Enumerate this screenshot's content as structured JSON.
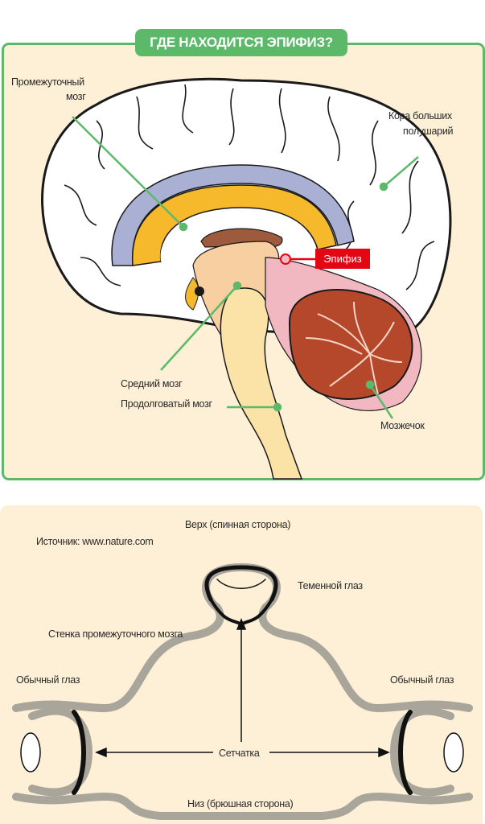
{
  "title": "ГДЕ НАХОДИТСЯ ЭПИФИЗ?",
  "brain_labels": {
    "diencephalon_line1": "Промежуточный",
    "diencephalon_line2": "мозг",
    "cortex_line1": "Кора больших",
    "cortex_line2": "полушарий",
    "epiphysis": "Эпифиз",
    "midbrain": "Средний мозг",
    "medulla": "Продолговатый мозг",
    "cerebellum": "Мозжечок"
  },
  "eye_diagram": {
    "top": "Верх (спинная сторона)",
    "source": "Источник: www.nature.com",
    "parietal_eye": "Теменной глаз",
    "diencephalon_wall": "Стенка промежуточного мозга",
    "left_eye": "Обычный глаз",
    "right_eye": "Обычный глаз",
    "retina": "Сетчатка",
    "bottom": "Низ (брюшная сторона)"
  },
  "colors": {
    "accent": "#5cb96a",
    "highlight": "#e30613",
    "panel": "#fdf0d6"
  }
}
